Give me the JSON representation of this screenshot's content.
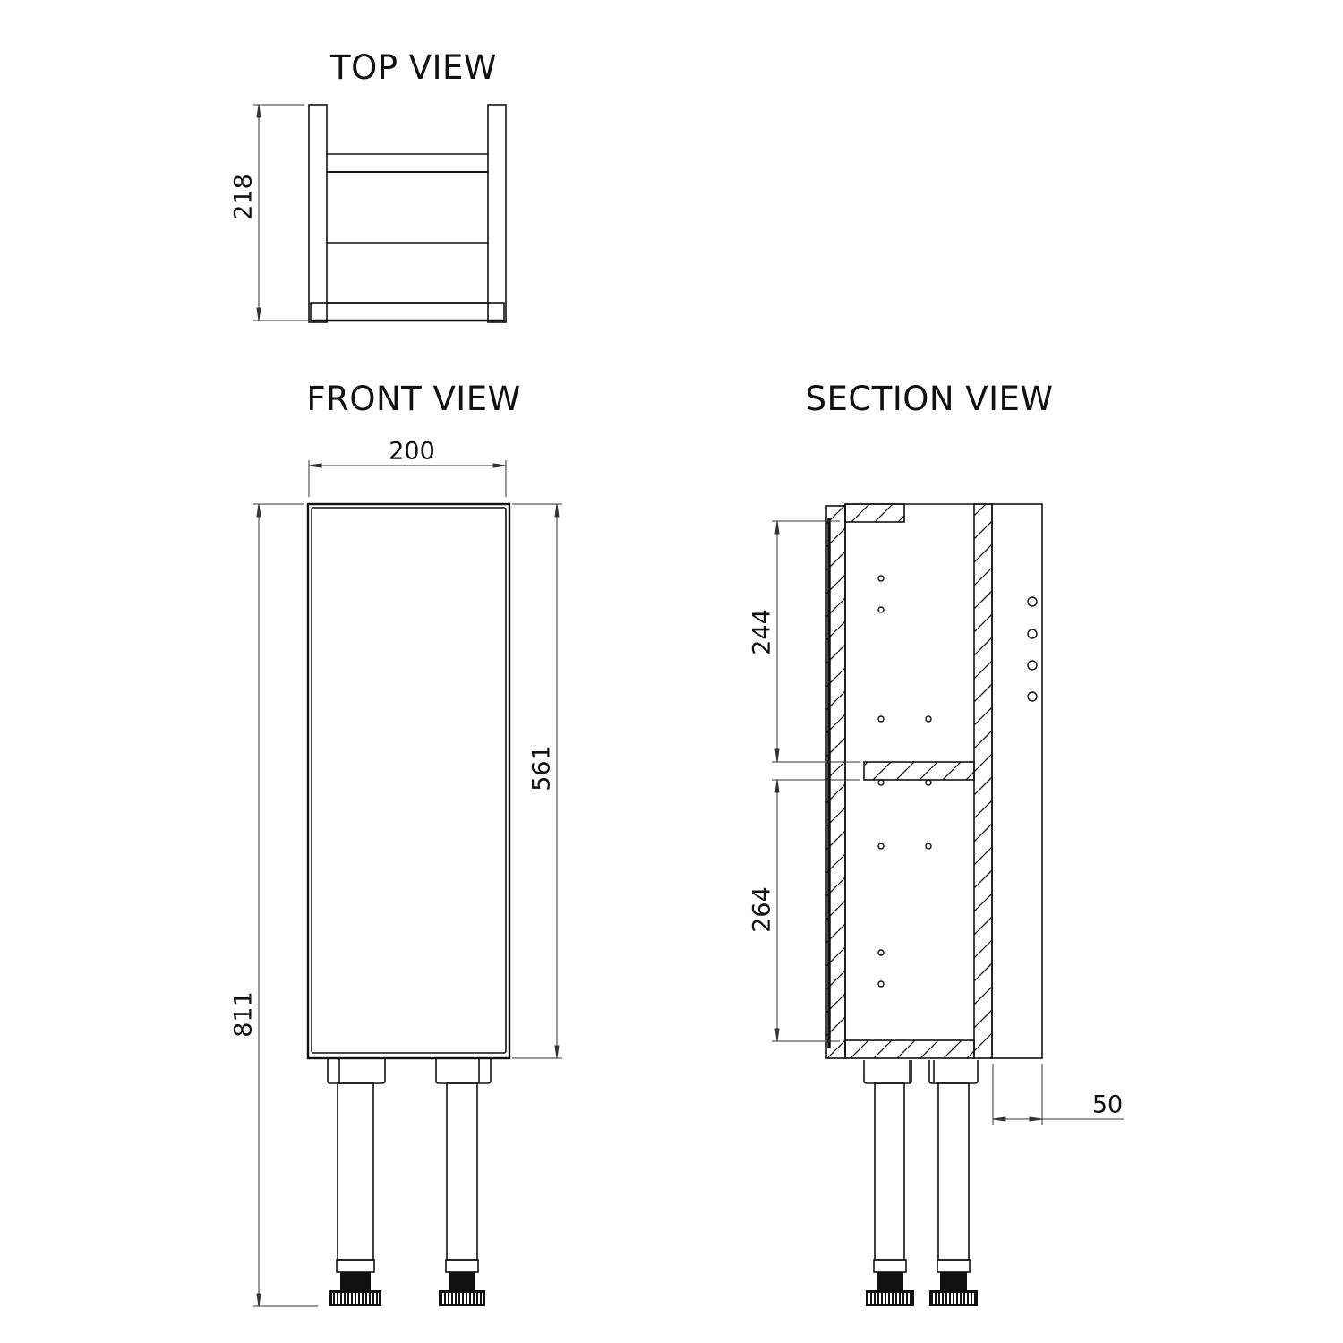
{
  "views": {
    "top": {
      "title": "TOP VIEW",
      "dimension_depth": "218"
    },
    "front": {
      "title": "FRONT VIEW",
      "dimension_width": "200",
      "dimension_cabinet_height": "561",
      "dimension_total_height": "811"
    },
    "section": {
      "title": "SECTION VIEW",
      "dimension_upper_shelf": "244",
      "dimension_lower_shelf": "264",
      "dimension_back_offset": "50"
    }
  },
  "colors": {
    "line": "#111111",
    "background": "#ffffff",
    "dim_line": "#333333"
  }
}
